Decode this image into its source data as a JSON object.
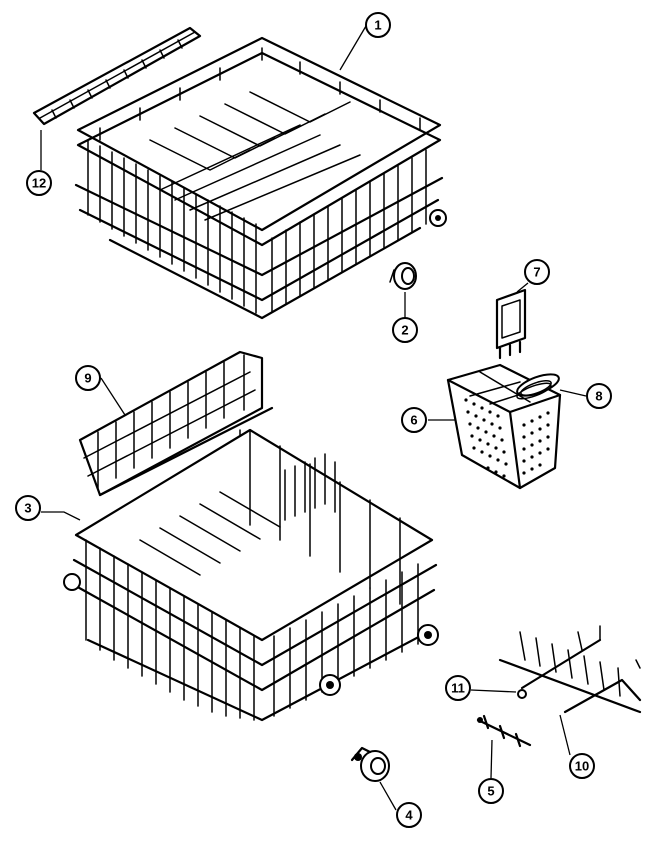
{
  "callouts": [
    "1",
    "2",
    "3",
    "4",
    "5",
    "6",
    "7",
    "8",
    "9",
    "10",
    "11",
    "12"
  ],
  "parts": [
    "upper-rack",
    "upper-rack-roller",
    "lower-rack",
    "lower-rack-wheel",
    "tine-clip",
    "silverware-basket",
    "basket-cover",
    "basket-clip",
    "fold-down-rack",
    "tine-row",
    "tine-row-pivot",
    "rack-side-strip"
  ],
  "colors": {
    "line": "#000000",
    "background": "#ffffff"
  }
}
